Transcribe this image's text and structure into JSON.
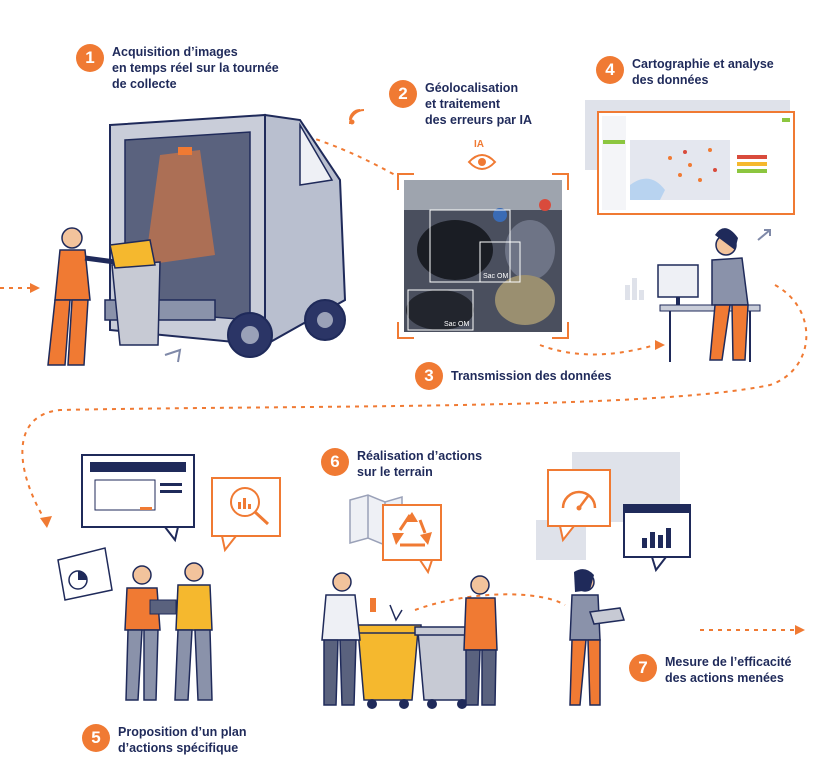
{
  "steps": [
    {
      "number": "1",
      "lines": [
        "Acquisition d’images",
        "en temps réel sur la tournée",
        "de collecte"
      ]
    },
    {
      "number": "2",
      "lines": [
        "Géolocalisation",
        "et traitement",
        "des erreurs par IA"
      ]
    },
    {
      "number": "3",
      "lines": [
        "Transmission des données"
      ]
    },
    {
      "number": "4",
      "lines": [
        "Cartographie et analyse",
        "des données"
      ]
    },
    {
      "number": "5",
      "lines": [
        "Proposition d’un plan",
        "d’actions spécifique"
      ]
    },
    {
      "number": "6",
      "lines": [
        "Réalisation d’actions",
        "sur le terrain"
      ]
    },
    {
      "number": "7",
      "lines": [
        "Mesure de l’efficacité",
        "des actions menées"
      ]
    }
  ],
  "photo": {
    "ia_label": "IA",
    "detections": [
      "Sac OM",
      "Sac OM"
    ]
  },
  "colors": {
    "accent": "#f07a33",
    "navy": "#1f2a5a",
    "grey": "#dfe2ea",
    "yellow": "#f5b82e"
  },
  "icons": [
    "eye-icon",
    "wifi-icon",
    "recycle-icon",
    "map-icon",
    "magnifier-chart-icon",
    "gauge-icon",
    "bar-chart-icon",
    "arrow-up-right-icon"
  ]
}
